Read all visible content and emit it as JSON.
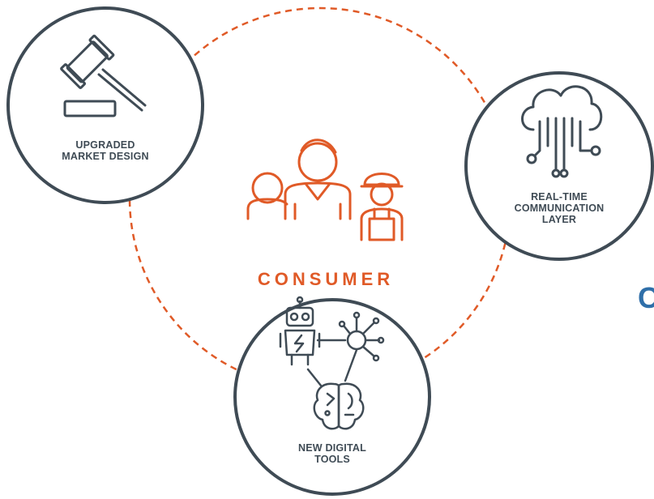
{
  "diagram": {
    "center": {
      "label": "CONSUMER",
      "icon": "consumers-group-icon"
    },
    "nodes": [
      {
        "id": "market",
        "label": "UPGRADED\nMARKET DESIGN",
        "icon": "gavel-icon"
      },
      {
        "id": "communication",
        "label": "REAL-TIME\nCOMMUNICATION\nLAYER",
        "icon": "cloud-network-icon"
      },
      {
        "id": "tools",
        "label": "NEW DIGITAL\nTOOLS",
        "icon": "robot-brain-network-icon"
      }
    ],
    "partial_text": "C"
  },
  "colors": {
    "accent": "#e05a27",
    "circle_stroke": "#3f4b55",
    "icon": "#3f4b55",
    "partial_text": "#2f6fa9"
  }
}
